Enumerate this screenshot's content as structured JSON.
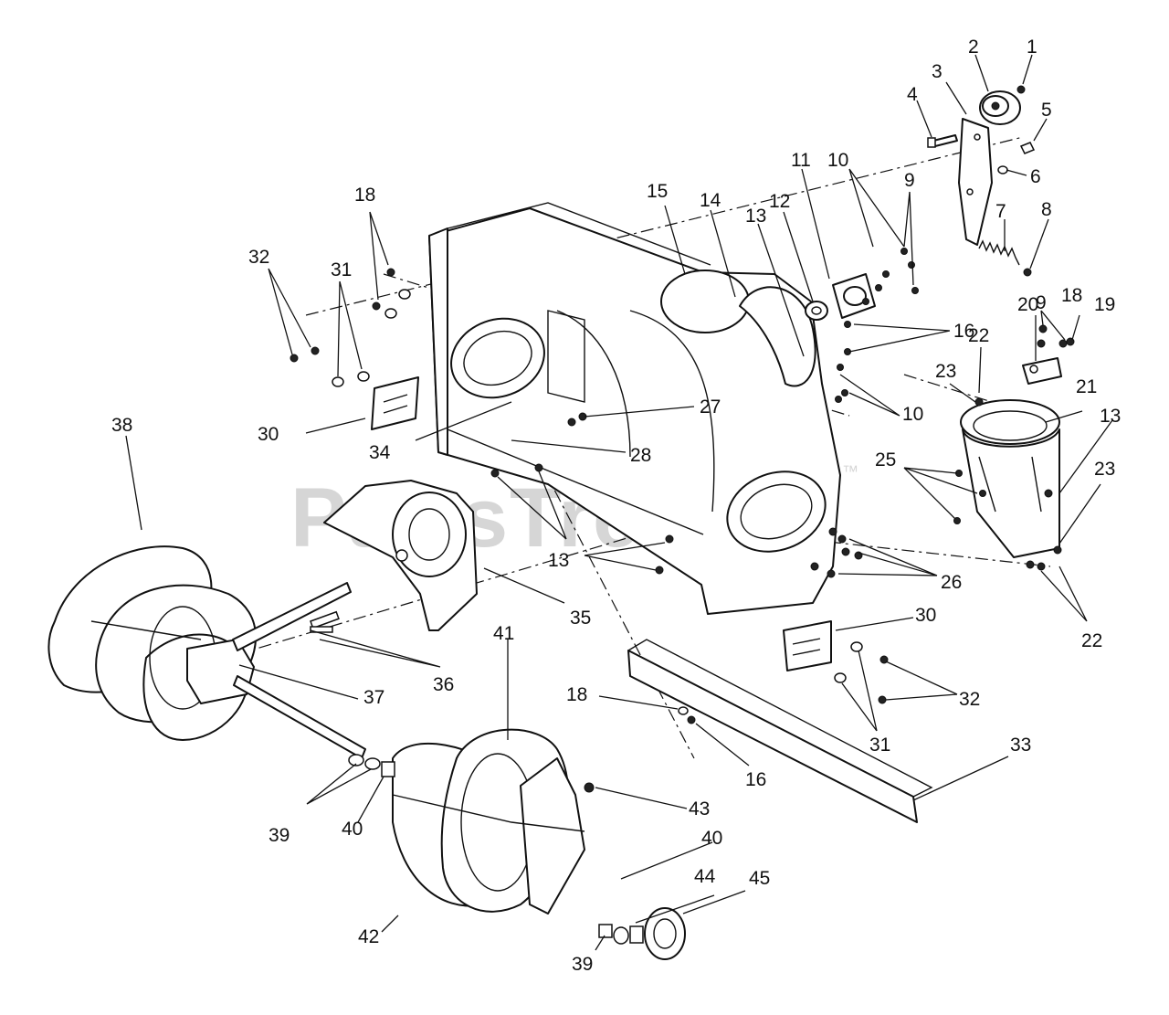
{
  "watermark": {
    "text": "PartsTree",
    "trademark": "™"
  },
  "callouts": [
    {
      "id": "c1",
      "label": "1"
    },
    {
      "id": "c2",
      "label": "2"
    },
    {
      "id": "c3",
      "label": "3"
    },
    {
      "id": "c4",
      "label": "4"
    },
    {
      "id": "c5",
      "label": "5"
    },
    {
      "id": "c6",
      "label": "6"
    },
    {
      "id": "c7",
      "label": "7"
    },
    {
      "id": "c8",
      "label": "8"
    },
    {
      "id": "c9a",
      "label": "9"
    },
    {
      "id": "c9b",
      "label": "9"
    },
    {
      "id": "c10a",
      "label": "10"
    },
    {
      "id": "c10b",
      "label": "10"
    },
    {
      "id": "c11",
      "label": "11"
    },
    {
      "id": "c12",
      "label": "12"
    },
    {
      "id": "c13a",
      "label": "13"
    },
    {
      "id": "c13b",
      "label": "13"
    },
    {
      "id": "c13c",
      "label": "13"
    },
    {
      "id": "c14",
      "label": "14"
    },
    {
      "id": "c15",
      "label": "15"
    },
    {
      "id": "c16a",
      "label": "16"
    },
    {
      "id": "c16b",
      "label": "16"
    },
    {
      "id": "c18a",
      "label": "18"
    },
    {
      "id": "c18b",
      "label": "18"
    },
    {
      "id": "c18c",
      "label": "18"
    },
    {
      "id": "c19",
      "label": "19"
    },
    {
      "id": "c20",
      "label": "20"
    },
    {
      "id": "c21",
      "label": "21"
    },
    {
      "id": "c22a",
      "label": "22"
    },
    {
      "id": "c22b",
      "label": "22"
    },
    {
      "id": "c23a",
      "label": "23"
    },
    {
      "id": "c23b",
      "label": "23"
    },
    {
      "id": "c25",
      "label": "25"
    },
    {
      "id": "c26",
      "label": "26"
    },
    {
      "id": "c27",
      "label": "27"
    },
    {
      "id": "c28",
      "label": "28"
    },
    {
      "id": "c30a",
      "label": "30"
    },
    {
      "id": "c30b",
      "label": "30"
    },
    {
      "id": "c31a",
      "label": "31"
    },
    {
      "id": "c31b",
      "label": "31"
    },
    {
      "id": "c32a",
      "label": "32"
    },
    {
      "id": "c32b",
      "label": "32"
    },
    {
      "id": "c33",
      "label": "33"
    },
    {
      "id": "c34",
      "label": "34"
    },
    {
      "id": "c35",
      "label": "35"
    },
    {
      "id": "c36",
      "label": "36"
    },
    {
      "id": "c37",
      "label": "37"
    },
    {
      "id": "c38",
      "label": "38"
    },
    {
      "id": "c39a",
      "label": "39"
    },
    {
      "id": "c39b",
      "label": "39"
    },
    {
      "id": "c40a",
      "label": "40"
    },
    {
      "id": "c40b",
      "label": "40"
    },
    {
      "id": "c41",
      "label": "41"
    },
    {
      "id": "c42",
      "label": "42"
    },
    {
      "id": "c43",
      "label": "43"
    },
    {
      "id": "c44",
      "label": "44"
    },
    {
      "id": "c45",
      "label": "45"
    }
  ]
}
